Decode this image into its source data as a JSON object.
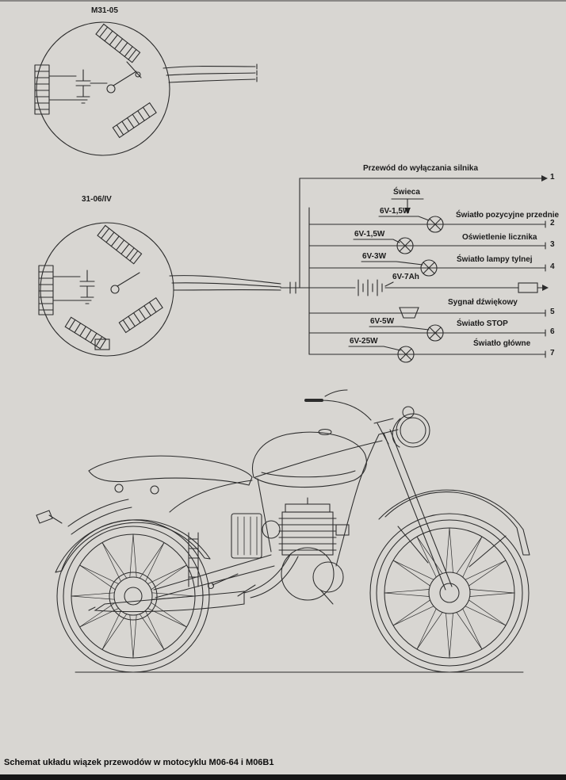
{
  "page": {
    "caption": "Schemat układu wiązek przewodów w motocyklu M06-64 i M06B1"
  },
  "colors": {
    "paper": "#d8d6d2",
    "ink": "#2c2c2c"
  },
  "magnetos": {
    "top_label": "M31-05",
    "bottom_label": "31-06/IV"
  },
  "schematic": {
    "engine_cutoff_label": "Przewód do wyłączania silnika",
    "spark_plug_label": "Świeca",
    "battery_label": "6V-7Ah",
    "battery_symbol": "battery",
    "fuse_symbol": "fuse",
    "rows": [
      {
        "num": "1",
        "rating": "",
        "desc": "",
        "symbol": "arrow-terminal"
      },
      {
        "num": "2",
        "rating": "6V-1,5W",
        "desc": "Światło pozycyjne przednie",
        "symbol": "lamp"
      },
      {
        "num": "3",
        "rating": "6V-1,5W",
        "desc": "Oświetlenie licznika",
        "symbol": "lamp"
      },
      {
        "num": "4",
        "rating": "6V-3W",
        "desc": "Światło lampy tylnej",
        "symbol": "lamp"
      },
      {
        "num": "5",
        "rating": "",
        "desc": "Sygnał dźwiękowy",
        "symbol": "horn"
      },
      {
        "num": "6",
        "rating": "6V-5W",
        "desc": "Światło STOP",
        "symbol": "lamp"
      },
      {
        "num": "7",
        "rating": "6V-25W",
        "desc": "Światło główne",
        "symbol": "lamp"
      }
    ]
  }
}
